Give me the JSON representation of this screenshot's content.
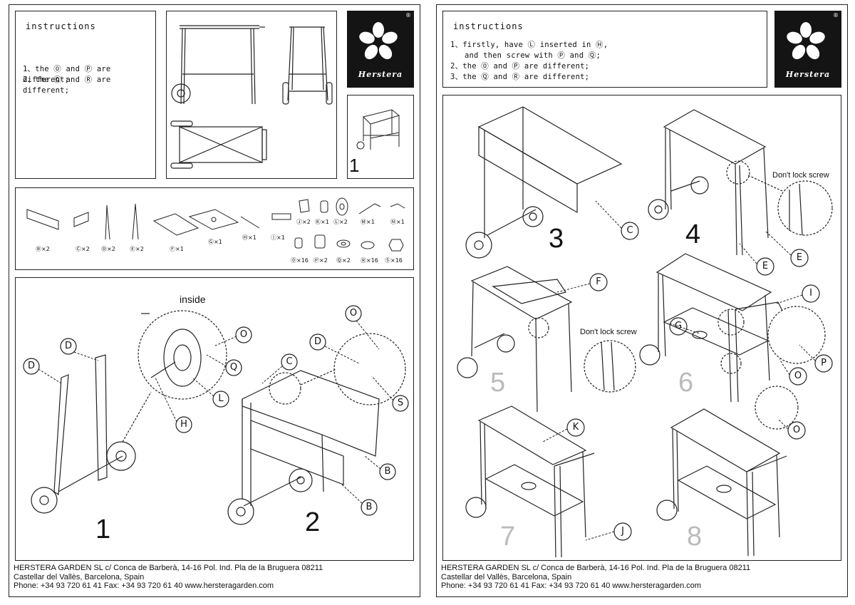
{
  "left_page": {
    "instructions": {
      "title": "instructions",
      "lines": [
        "1、the ⓪ and Ⓟ are different;",
        "2、the Ⓠ and Ⓡ are different;"
      ]
    },
    "logo": {
      "brand": "Herstera",
      "reg": "®",
      "icon": "flower-icon"
    },
    "overview_step": "1",
    "parts": [
      {
        "letter": "B",
        "qty": "×2"
      },
      {
        "letter": "C",
        "qty": "×2"
      },
      {
        "letter": "D",
        "qty": "×2"
      },
      {
        "letter": "E",
        "qty": "×2"
      },
      {
        "letter": "F",
        "qty": "×1"
      },
      {
        "letter": "G",
        "qty": "×1"
      },
      {
        "letter": "H",
        "qty": "×1"
      },
      {
        "letter": "I",
        "qty": "×1"
      },
      {
        "letter": "J",
        "qty": "×2"
      },
      {
        "letter": "K",
        "qty": "×1"
      },
      {
        "letter": "L",
        "qty": "×2"
      },
      {
        "letter": "M",
        "qty": "×1"
      },
      {
        "letter": "N",
        "qty": "×1"
      },
      {
        "letter": "O",
        "qty": "×16"
      },
      {
        "letter": "P",
        "qty": "×2"
      },
      {
        "letter": "Q",
        "qty": "×2"
      },
      {
        "letter": "R",
        "qty": "×16"
      },
      {
        "letter": "S",
        "qty": "×16"
      }
    ],
    "inside_label": "inside",
    "callouts": [
      "D",
      "D",
      "O",
      "Q",
      "L",
      "H",
      "C",
      "D",
      "O",
      "S",
      "B",
      "B"
    ],
    "steps": [
      "1",
      "2"
    ]
  },
  "right_page": {
    "instructions": {
      "title": "instructions",
      "lines": [
        "1、firstly, have Ⓛ inserted in Ⓗ,",
        "and then screw with Ⓟ and Ⓠ;",
        "2、the ⓪ and Ⓟ are different;",
        "3、the Ⓠ and Ⓡ are different;"
      ]
    },
    "logo": {
      "brand": "Herstera",
      "reg": "®",
      "icon": "flower-icon"
    },
    "dont_lock": "Don't lock screw",
    "callouts": [
      "C",
      "E",
      "E",
      "F",
      "I",
      "G",
      "P",
      "O",
      "O",
      "K",
      "J"
    ],
    "steps": [
      "3",
      "4",
      "5",
      "6",
      "7",
      "8"
    ]
  },
  "footer": {
    "line1": "HERSTERA GARDEN SL  c/ Conca de Barberà, 14-16 Pol. Ind. Pla de la Bruguera 08211",
    "line2": "Castellar del Vallès, Barcelona, Spain",
    "line3": "Phone: +34 93 720 61 41  Fax: +34 93 720 61 40   www.hersteragarden.com"
  }
}
